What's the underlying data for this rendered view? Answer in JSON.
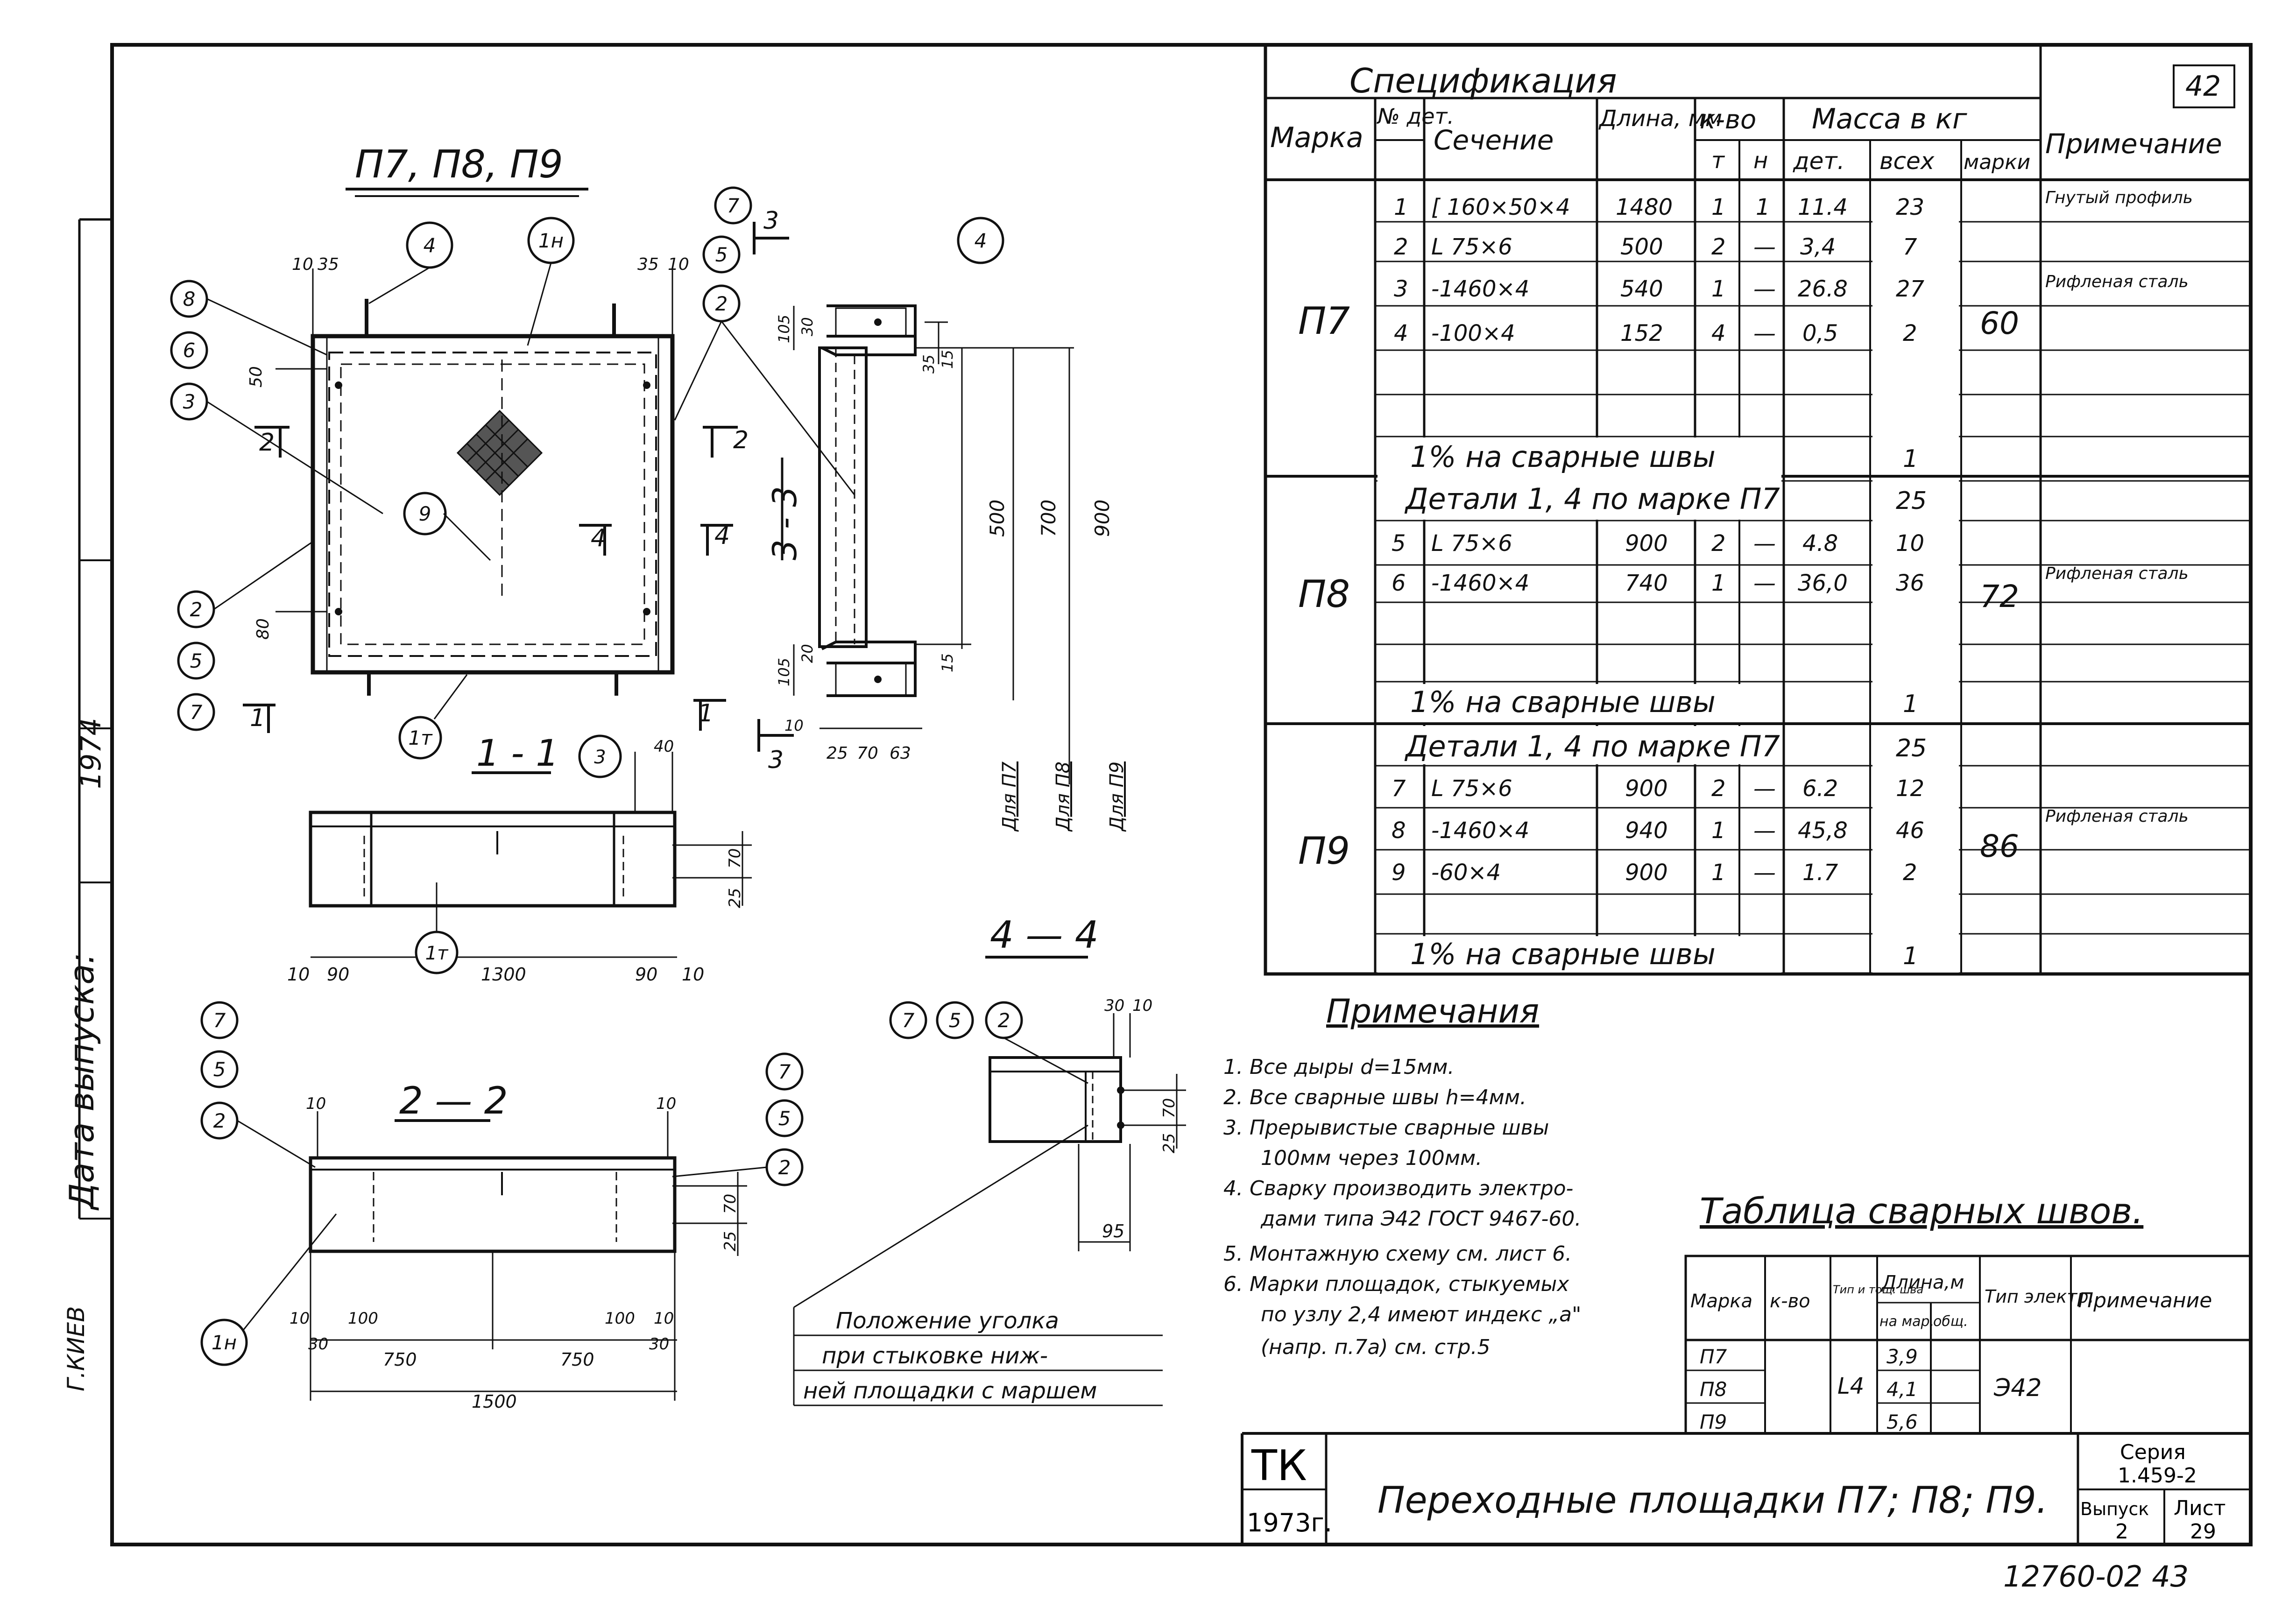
{
  "drawing": {
    "title_main": "П7, П8, П9",
    "callouts_plan": [
      "8",
      "6",
      "3",
      "2",
      "5",
      "7",
      "4",
      "1н",
      "7",
      "5",
      "2",
      "9",
      "1т",
      "4"
    ],
    "section_labels": {
      "s11": "1 - 1",
      "s22": "2 — 2",
      "s33": "3 - 3",
      "s44": "4 — 4",
      "cut_2": "2",
      "cut_1": "1",
      "cut_4": "4",
      "cut_3": "3"
    },
    "dims_plan": {
      "d10a": "10",
      "d35a": "35",
      "d35b": "35",
      "d10b": "10",
      "d50": "50",
      "d80": "80",
      "d10_90": "10",
      "d90a": "90",
      "d1300": "1300",
      "d90b": "90",
      "d10c": "10",
      "d40": "40",
      "d70": "70",
      "d25": "25"
    },
    "dims_33": {
      "d105a": "105",
      "d30a": "30",
      "d35": "35",
      "d15a": "15",
      "d500": "500",
      "d700": "700",
      "d900": "900",
      "d105b": "105",
      "d20": "20",
      "d15b": "15",
      "d10": "10",
      "d25": "25",
      "d70": "70",
      "d63": "63",
      "for_p7": "Для П7",
      "for_p8": "Для П8",
      "for_p9": "Для П9"
    },
    "dims_22": {
      "d10a": "10",
      "d10b": "10",
      "d70": "70",
      "d25": "25",
      "d10c": "10",
      "d100": "100",
      "d100b": "100",
      "d10d": "10",
      "d30a": "30",
      "d30b": "30",
      "d750a": "750",
      "d750b": "750",
      "d1500": "1500"
    },
    "dims_44": {
      "d30": "30",
      "d10": "10",
      "d70": "70",
      "d25": "25",
      "d95": "95"
    },
    "callouts_11": [
      "1т",
      "3"
    ],
    "callouts_22_left": [
      "7",
      "5",
      "2",
      "1н"
    ],
    "callouts_22_right": [
      "7",
      "5",
      "2"
    ],
    "callouts_44": [
      "7",
      "5",
      "2"
    ],
    "note_box": [
      "Положение уголка",
      "при стыковке ниж-",
      "ней площадки с маршем"
    ]
  },
  "spec": {
    "title": "Спецификация",
    "sheet_corner": "42",
    "headers": {
      "marka": "Марка",
      "det_no": "№ дет.",
      "section": "Сечение",
      "length": "Длина, мм",
      "qty": "к-во",
      "qty_t": "т",
      "qty_n": "н",
      "mass": "Масса в кг",
      "mass_det": "дет.",
      "mass_all": "всех",
      "mass_mark": "марки",
      "note": "Примечание"
    },
    "groups": [
      {
        "mark": "П7",
        "mass_mark": "60",
        "rows": [
          {
            "no": "1",
            "sec": "[ 160×50×4",
            "len": "1480",
            "t": "1",
            "n": "1",
            "det": "11.4",
            "all": "23",
            "note": "Гнутый профиль"
          },
          {
            "no": "2",
            "sec": "L 75×6",
            "len": "500",
            "t": "2",
            "n": "—",
            "det": "3,4",
            "all": "7",
            "note": ""
          },
          {
            "no": "3",
            "sec": "-1460×4",
            "len": "540",
            "t": "1",
            "n": "—",
            "det": "26.8",
            "all": "27",
            "note": "Рифленая сталь"
          },
          {
            "no": "4",
            "sec": "-100×4",
            "len": "152",
            "t": "4",
            "n": "—",
            "det": "0,5",
            "all": "2",
            "note": ""
          }
        ],
        "weld": "1% на сварные швы",
        "weld_val": "1"
      },
      {
        "mark": "П8",
        "mass_mark": "72",
        "pre": "Детали 1, 4 по марке П7",
        "pre_val": "25",
        "rows": [
          {
            "no": "5",
            "sec": "L 75×6",
            "len": "900",
            "t": "2",
            "n": "—",
            "det": "4.8",
            "all": "10",
            "note": ""
          },
          {
            "no": "6",
            "sec": "-1460×4",
            "len": "740",
            "t": "1",
            "n": "—",
            "det": "36,0",
            "all": "36",
            "note": "Рифленая сталь"
          }
        ],
        "weld": "1% на сварные швы",
        "weld_val": "1"
      },
      {
        "mark": "П9",
        "mass_mark": "86",
        "pre": "Детали 1, 4 по марке П7",
        "pre_val": "25",
        "rows": [
          {
            "no": "7",
            "sec": "L 75×6",
            "len": "900",
            "t": "2",
            "n": "—",
            "det": "6.2",
            "all": "12",
            "note": ""
          },
          {
            "no": "8",
            "sec": "-1460×4",
            "len": "940",
            "t": "1",
            "n": "—",
            "det": "45,8",
            "all": "46",
            "note": "Рифленая сталь"
          },
          {
            "no": "9",
            "sec": "-60×4",
            "len": "900",
            "t": "1",
            "n": "—",
            "det": "1.7",
            "all": "2",
            "note": ""
          }
        ],
        "weld": "1% на сварные швы",
        "weld_val": "1"
      }
    ]
  },
  "notes": {
    "title": "Примечания",
    "items": [
      "1. Все дыры d=15мм.",
      "2. Все сварные швы h=4мм.",
      "3. Прерывистые сварные швы",
      "100мм через 100мм.",
      "4. Сварку производить электро-",
      "дами типа Э42 ГОСТ 9467-60.",
      "5. Монтажную схему см. лист 6.",
      "6. Марки площадок, стыкуемых",
      "по узлу 2,4 имеют индекс „а\"",
      "(напр. п.7а) см. стр.5"
    ]
  },
  "weld_table": {
    "title": "Таблица сварных швов.",
    "headers": {
      "mark": "Марка",
      "qty": "к-во",
      "type": "Тип и тощ. шва",
      "len": "Длина,м",
      "len_a": "на мар.",
      "len_b": "общ.",
      "el": "Тип электр.",
      "note": "Примечание"
    },
    "rows": [
      {
        "mark": "П7",
        "len": "3,9"
      },
      {
        "mark": "П8",
        "len": "4,1"
      },
      {
        "mark": "П9",
        "len": "5,6"
      }
    ],
    "type_val": "L4",
    "el_val": "Э42"
  },
  "title_block": {
    "org": "ТК",
    "year": "1973г.",
    "name": "Переходные площадки П7; П8; П9.",
    "series_label": "Серия",
    "series": "1.459-2",
    "issue_label": "Выпуск",
    "issue": "2",
    "sheet_label": "Лист",
    "sheet": "29"
  },
  "margin": {
    "left_1": "Дата выпуска:",
    "left_2": "1974",
    "left_3": "Г.КИЕВ"
  },
  "footer_code": "12760-02 43"
}
